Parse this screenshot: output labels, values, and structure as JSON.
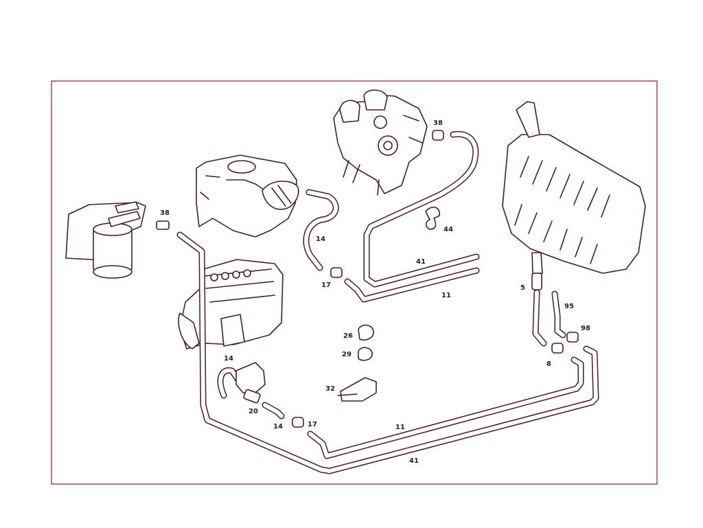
{
  "diagram": {
    "labels": {
      "l38a": "38",
      "l38b": "38",
      "l44": "44",
      "l14a": "14",
      "l17a": "17",
      "l41a": "41",
      "l11a": "11",
      "l5": "5",
      "l95": "95",
      "l98": "98",
      "l8": "8",
      "l26": "26",
      "l29": "29",
      "l32": "32",
      "l14b": "14",
      "l20": "20",
      "l14c": "14",
      "l17b": "17",
      "l11b": "11",
      "l41b": "41"
    },
    "colors": {
      "frame": "#7a1f3a",
      "ink": "#4a1a2a"
    },
    "icons": [
      "fuel-filter",
      "engine-block",
      "injection-pump",
      "carburetor",
      "fuel-tank",
      "hose-clamp",
      "fuel-line",
      "bracket"
    ]
  }
}
